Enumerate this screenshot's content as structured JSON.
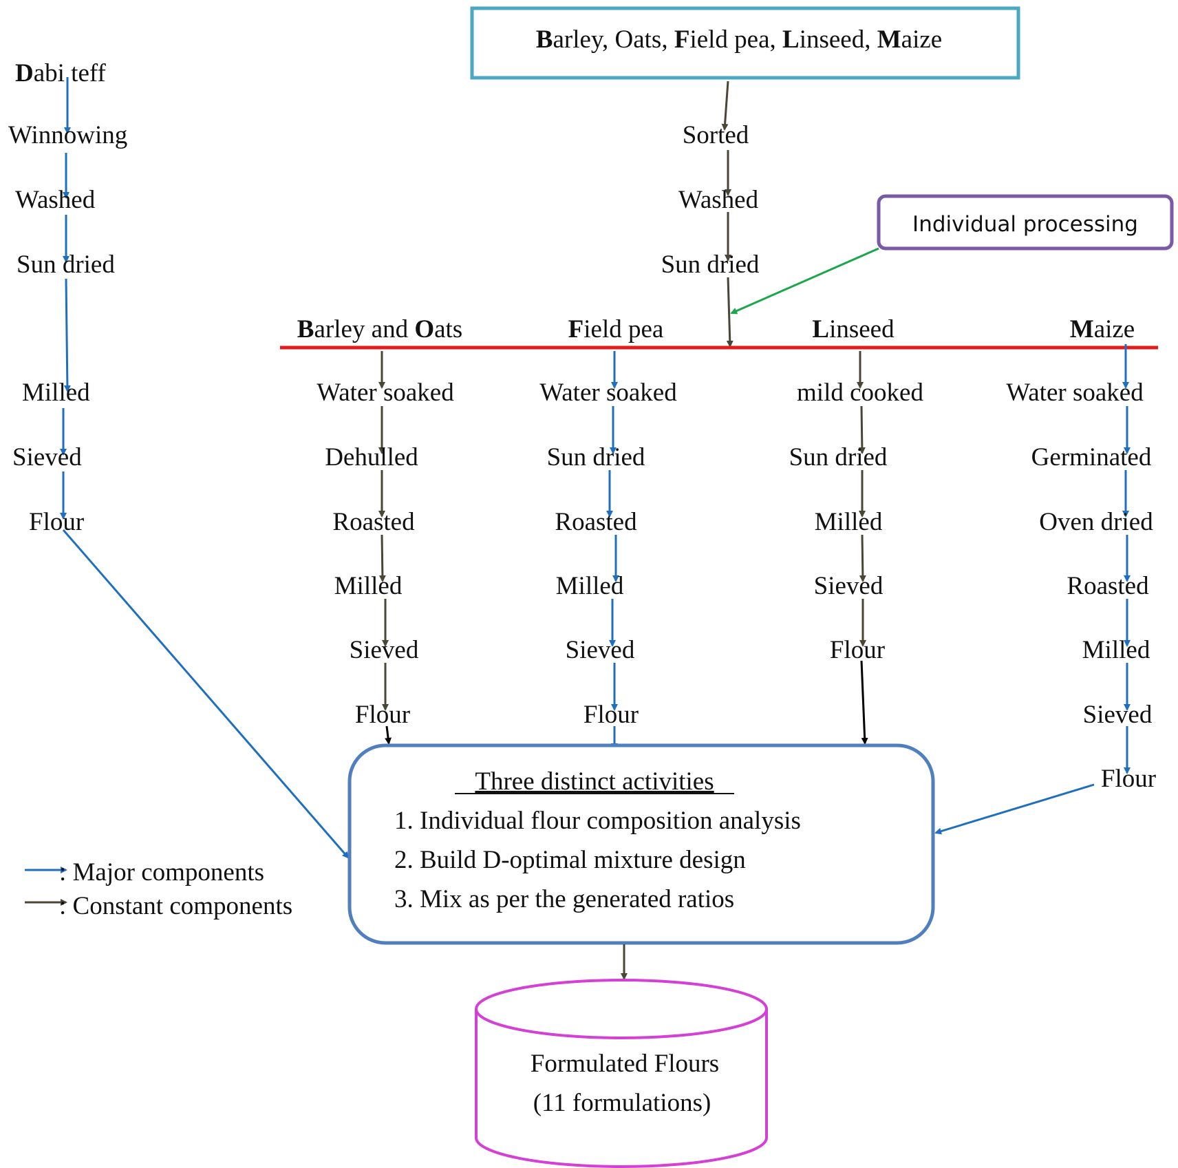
{
  "colors": {
    "major": "#1f6fbf",
    "constant": "#4a4535",
    "separator": "#e41b1b",
    "callout_border": "#7a5aa6",
    "callout_arrow": "#1aa64a",
    "top_box_border": "#4aa8c4",
    "activities_border": "#4f7fbf",
    "output_border": "#d43fd6",
    "black": "#000000"
  },
  "top_box": {
    "parts": [
      {
        "cap": "B",
        "rest": "arley, Oats, "
      },
      {
        "cap": "F",
        "rest": "ield pea, "
      },
      {
        "cap": "L",
        "rest": "inseed, "
      },
      {
        "cap": "M",
        "rest": "aize"
      }
    ]
  },
  "teff": {
    "title_cap": "D",
    "title_rest": "abi teff",
    "steps": [
      "Winnowing",
      "Washed",
      "Sun dried",
      "Milled",
      "Sieved",
      "Flour"
    ]
  },
  "common": {
    "steps": [
      "Sorted",
      "Washed",
      "Sun dried"
    ]
  },
  "callout": {
    "label": "Individual processing"
  },
  "groups": [
    {
      "title_parts": [
        {
          "cap": "B",
          "rest": "arley and "
        },
        {
          "cap": "O",
          "rest": "ats"
        }
      ],
      "steps": [
        "Water soaked",
        "Dehulled",
        "Roasted",
        "Milled",
        "Sieved",
        "Flour"
      ],
      "arrow_type": "constant"
    },
    {
      "title_parts": [
        {
          "cap": "F",
          "rest": "ield pea"
        }
      ],
      "steps": [
        "Water soaked",
        "Sun dried",
        "Roasted",
        "Milled",
        "Sieved",
        "Flour"
      ],
      "arrow_type": "major"
    },
    {
      "title_parts": [
        {
          "cap": "L",
          "rest": "inseed"
        }
      ],
      "steps": [
        "mild cooked",
        "Sun dried",
        "Milled",
        "Sieved",
        "Flour"
      ],
      "arrow_type": "constant"
    },
    {
      "title_parts": [
        {
          "cap": "M",
          "rest": "aize"
        }
      ],
      "steps": [
        "Water soaked",
        "Germinated",
        "Oven dried",
        "Roasted",
        "Milled",
        "Sieved",
        "Flour"
      ],
      "arrow_type": "major"
    }
  ],
  "activities": {
    "title": "Three distinct activities",
    "items": [
      "1. Individual flour composition analysis",
      "2. Build D-optimal mixture design",
      "3. Mix as per the generated ratios"
    ]
  },
  "output": {
    "line1": "Formulated Flours",
    "line2": "(11 formulations)"
  },
  "legend": {
    "major": ": Major components",
    "constant": ": Constant components"
  }
}
